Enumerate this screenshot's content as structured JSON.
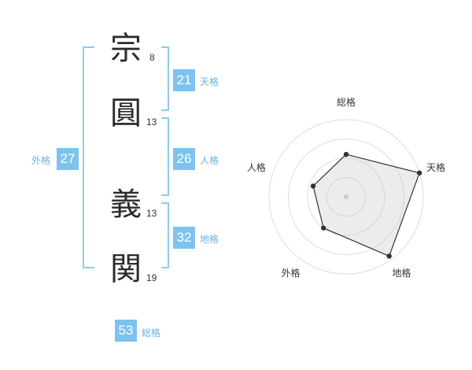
{
  "name_chars": [
    {
      "char": "宗",
      "strokes": "8"
    },
    {
      "char": "圓",
      "strokes": "13"
    },
    {
      "char": "義",
      "strokes": "13"
    },
    {
      "char": "関",
      "strokes": "19"
    }
  ],
  "kaku": {
    "tenkaku": {
      "value": "21",
      "label": "天格"
    },
    "jinkaku": {
      "value": "26",
      "label": "人格"
    },
    "chikaku": {
      "value": "32",
      "label": "地格"
    },
    "gaikaku": {
      "value": "27",
      "label": "外格"
    },
    "soukaku": {
      "value": "53",
      "label": "総格"
    }
  },
  "colors": {
    "accent": "#7ec3ef",
    "label": "#6ab2e6",
    "bracket": "#8fcaf1"
  },
  "chart_data": {
    "type": "radar",
    "axes": [
      "総格",
      "天格",
      "地格",
      "外格",
      "人格"
    ],
    "values": [
      0.55,
      1.0,
      0.95,
      0.5,
      0.45
    ],
    "rings": 4
  }
}
